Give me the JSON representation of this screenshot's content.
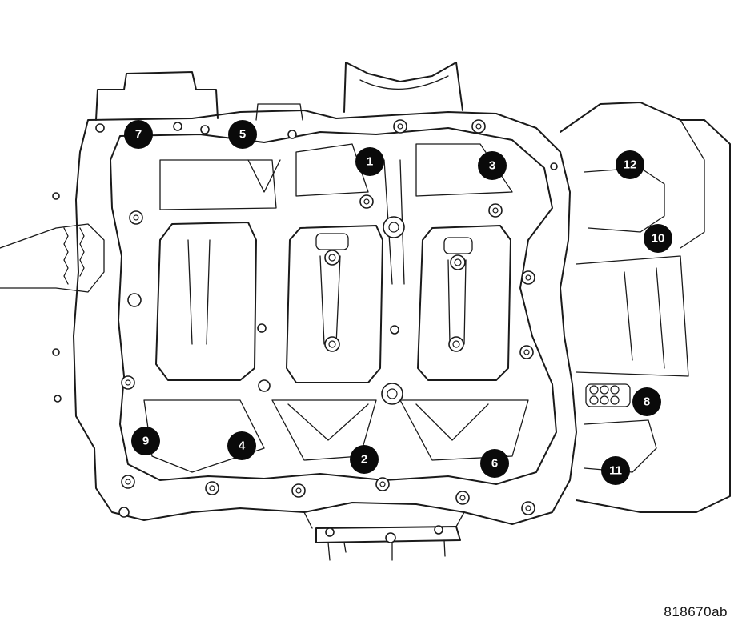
{
  "figure_id": "818670ab",
  "callouts": [
    "1",
    "2",
    "3",
    "4",
    "5",
    "6",
    "7",
    "8",
    "9",
    "10",
    "11",
    "12"
  ]
}
